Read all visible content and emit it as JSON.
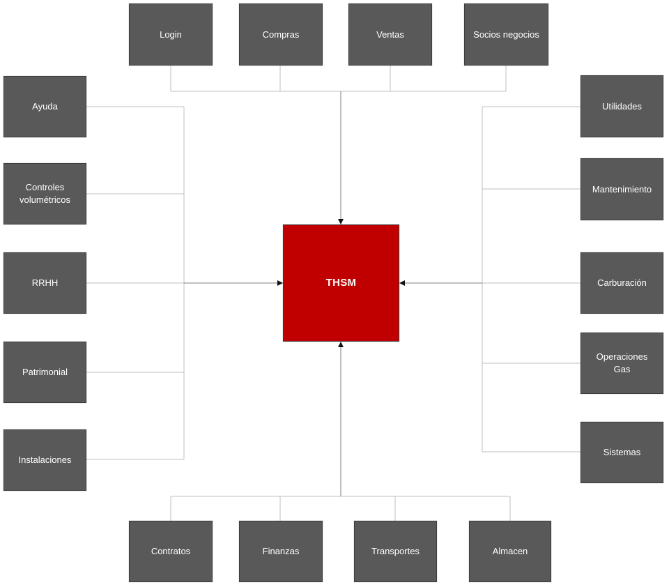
{
  "diagram": {
    "center": {
      "id": "thsm",
      "label": "THSM"
    },
    "top": [
      {
        "id": "login",
        "label": "Login"
      },
      {
        "id": "compras",
        "label": "Compras"
      },
      {
        "id": "ventas",
        "label": "Ventas"
      },
      {
        "id": "socios",
        "label": "Socios negocios"
      }
    ],
    "left": [
      {
        "id": "ayuda",
        "label": "Ayuda"
      },
      {
        "id": "controles",
        "label": "Controles\nvolumétricos"
      },
      {
        "id": "rrhh",
        "label": "RRHH"
      },
      {
        "id": "patrimonial",
        "label": "Patrimonial"
      },
      {
        "id": "instalaciones",
        "label": "Instalaciones"
      }
    ],
    "right": [
      {
        "id": "utilidades",
        "label": "Utilidades"
      },
      {
        "id": "mantenimiento",
        "label": "Mantenimiento"
      },
      {
        "id": "carburacion",
        "label": "Carburación"
      },
      {
        "id": "operaciones",
        "label": "Operaciones\nGas"
      },
      {
        "id": "sistemas",
        "label": "Sistemas"
      }
    ],
    "bottom": [
      {
        "id": "contratos",
        "label": "Contratos"
      },
      {
        "id": "finanzas",
        "label": "Finanzas"
      },
      {
        "id": "transportes",
        "label": "Transportes"
      },
      {
        "id": "almacen",
        "label": "Almacen"
      }
    ],
    "arrow_direction": "into-center",
    "colors": {
      "bg": "#ffffff",
      "node_fill": "#595959",
      "node_border": "#3d3d3d",
      "node_text": "#ffffff",
      "center_fill": "#c00000",
      "center_border": "#3c3c3c",
      "connector": "#bfbfbf",
      "arrow": "#7f7f7f",
      "arrow_head": "#111111"
    }
  }
}
